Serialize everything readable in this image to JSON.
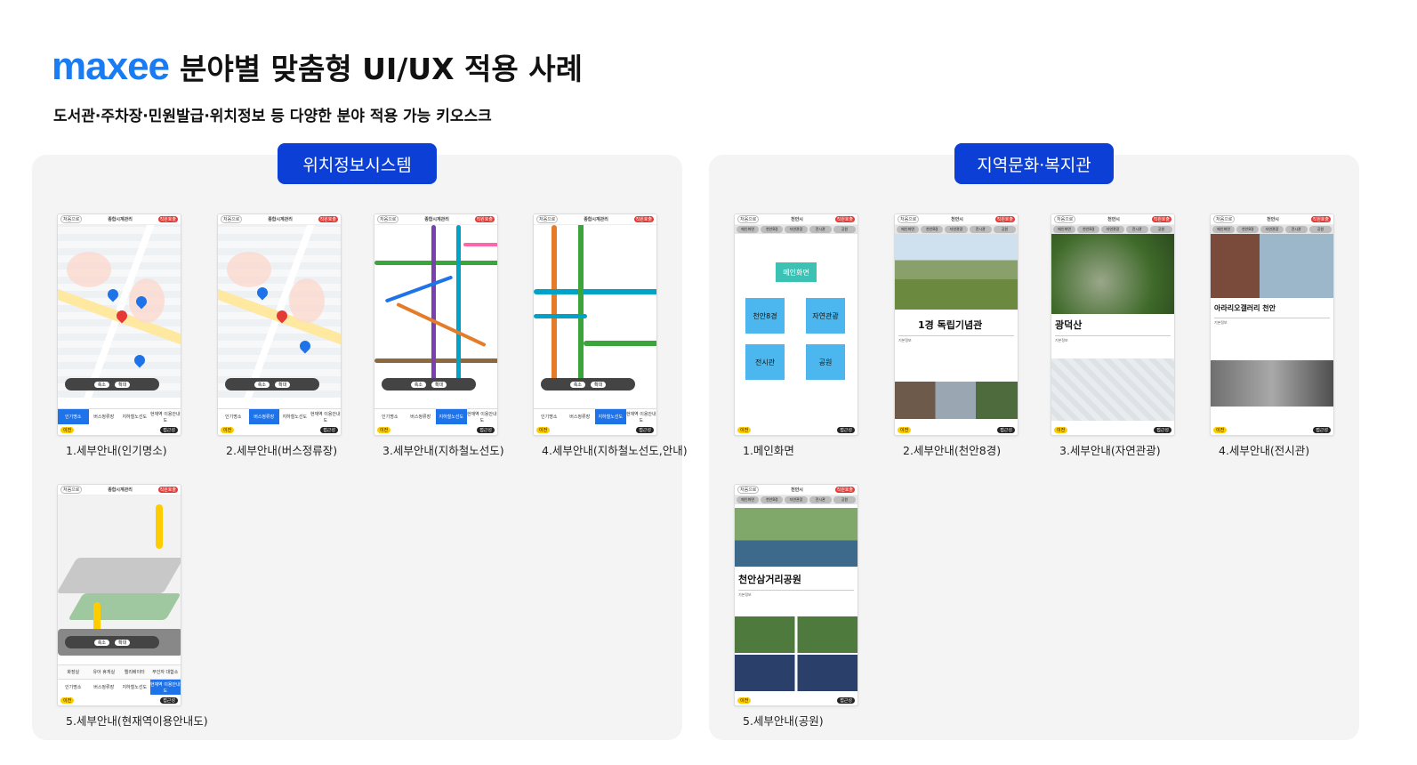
{
  "header": {
    "logo": "maxee",
    "title": "분야별 맞춤형 UI/UX 적용 사례",
    "subtitle": "도서관·주차장·민원발급·위치정보 등 다양한 분야 적용 가능 키오스크"
  },
  "colors": {
    "accent": "#0b3fd6",
    "logo": "#1a7cf2"
  },
  "common": {
    "home": "처음으로",
    "call": "직원호출",
    "prev": "이전",
    "access": "접근성",
    "zoom_out": "축소",
    "zoom_in": "확대",
    "map_title": "종합시계관리",
    "culture_title": "천안시"
  },
  "location": {
    "pill": "위치정보시스템",
    "map_tabs": [
      "인기명소",
      "버스정류장",
      "지하철노선도",
      "현재역 이용안내도"
    ],
    "station_tabs": [
      "화장실",
      "유아 휴게실",
      "엘리베이터",
      "무인자 대합소"
    ],
    "items": [
      {
        "label": "1.세부안내(인기명소)"
      },
      {
        "label": "2.세부안내(버스정류장)"
      },
      {
        "label": "3.세부안내(지하철노선도)"
      },
      {
        "label": "4.세부안내(지하철노선도,안내)"
      },
      {
        "label": "5.세부안내(현재역이용안내도)"
      }
    ]
  },
  "culture": {
    "pill": "지역문화·복지관",
    "nav": [
      "메인화면",
      "천안8경",
      "자연관광",
      "전시관",
      "공원"
    ],
    "main_button": "메인화면",
    "tiles": [
      "천안8경",
      "자연관광",
      "전시관",
      "공원"
    ],
    "info_label": "기본정보",
    "items": [
      {
        "label": "1.메인화면"
      },
      {
        "label": "2.세부안내(천안8경)",
        "heading": "1경 독립기념관"
      },
      {
        "label": "3.세부안내(자연관광)",
        "heading": "광덕산"
      },
      {
        "label": "4.세부안내(전시관)",
        "heading": "아라리오갤러리 천안"
      },
      {
        "label": "5.세부안내(공원)",
        "heading": "천안삼거리공원"
      }
    ]
  }
}
